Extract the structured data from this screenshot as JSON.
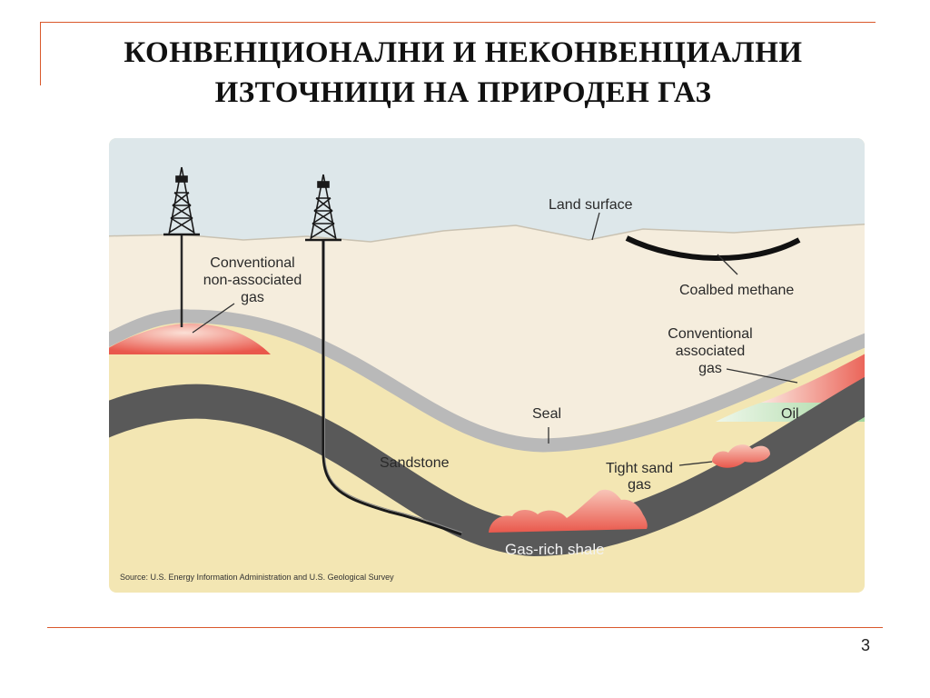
{
  "slide": {
    "title_line1": "КОНВЕНЦИОНАЛНИ И НЕКОНВЕНЦИАЛНИ",
    "title_line2": "ИЗТОЧНИЦИ НА ПРИРОДЕН ГАЗ",
    "page_number": "3",
    "accent_color": "#d9582b"
  },
  "diagram": {
    "labels": {
      "land_surface": "Land surface",
      "coalbed_methane": "Coalbed methane",
      "conv_nonassoc_line1": "Conventional",
      "conv_nonassoc_line2": "non-associated",
      "conv_nonassoc_line3": "gas",
      "conv_assoc_line1": "Conventional",
      "conv_assoc_line2": "associated",
      "conv_assoc_line3": "gas",
      "oil": "Oil",
      "seal": "Seal",
      "sandstone": "Sandstone",
      "tight_sand_line1": "Tight sand",
      "tight_sand_line2": "gas",
      "gas_rich_shale": "Gas-rich shale"
    },
    "source": "Source: U.S. Energy Information Administration and U.S. Geological Survey",
    "colors": {
      "sky": "#dde7ea",
      "surface_rock": "#f5eddd",
      "sandstone": "#f3e6b3",
      "seal": "#b9b9b9",
      "shale": "#595959",
      "gas": "#ec6a5e",
      "oil": "#a9d8a2",
      "coal": "#111111"
    }
  }
}
